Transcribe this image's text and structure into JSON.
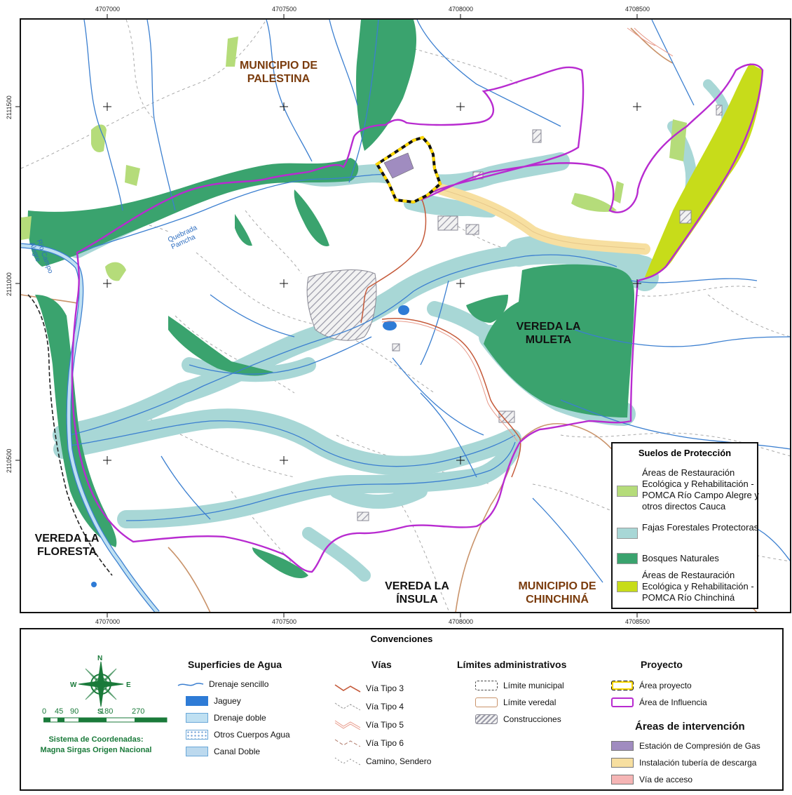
{
  "coords": {
    "top": [
      "4707000",
      "4707500",
      "4708000",
      "4708500"
    ],
    "bottom": [
      "4707000",
      "4707500",
      "4708000",
      "4708500"
    ],
    "left": [
      "2111500",
      "2111000",
      "2110500"
    ]
  },
  "labels": {
    "palestina": "MUNICIPIO DE PALESTINA",
    "la_muleta": "VEREDA LA MULETA",
    "la_floresta": "VEREDA LA FLORESTA",
    "la_insula": "VEREDA LA ÍNSULA",
    "chinchina": "MUNICIPIO DE CHINCHINÁ",
    "rio_campo_alegre": "Río Campo Alegre",
    "quebrada": "Quebrada Pamcha"
  },
  "suelos": {
    "title": "Suelos de Protección",
    "items": [
      {
        "label": "Áreas de Restauración Ecológica y Rehabilitación - POMCA Río Campo Alegre y otros directos Cauca",
        "color": "#b5dc7a"
      },
      {
        "label": "Fajas Forestales Protectoras",
        "color": "#a8d7d6"
      },
      {
        "label": "Bosques Naturales",
        "color": "#3aa36e"
      },
      {
        "label": "Áreas de Restauración Ecológica y Rehabilitación - POMCA Río Chinchiná",
        "color": "#c7dc1a"
      }
    ]
  },
  "conv": {
    "title": "Convenciones",
    "north": {
      "n": "N",
      "s": "S",
      "e": "E",
      "w": "W"
    },
    "scale": {
      "ticks": [
        "0",
        "45",
        "90",
        "180",
        "270"
      ],
      "unit": "m"
    },
    "crs": "Sistema de Coordenadas: Magna Sirgas Origen Nacional",
    "agua": {
      "title": "Superficies de Agua",
      "items": [
        "Drenaje sencillo",
        "Jaguey",
        "Drenaje doble",
        "Otros Cuerpos Agua",
        "Canal Doble"
      ]
    },
    "vias": {
      "title": "Vías",
      "items": [
        "Vía Tipo 3",
        "Vía Tipo 4",
        "Vía Tipo 5",
        "Vía Tipo 6",
        "Camino, Sendero"
      ]
    },
    "limites": {
      "title": "Límites administrativos",
      "items": [
        "Límite municipal",
        "Límite veredal",
        "Construcciones"
      ]
    },
    "proyecto": {
      "title": "Proyecto",
      "items": [
        "Área proyecto",
        "Área de Influencia"
      ]
    },
    "intervencion": {
      "title": "Áreas de intervención",
      "items": [
        {
          "label": "Estación de Compresión de Gas",
          "color": "#a08cc0"
        },
        {
          "label": "Instalación tubería de descarga",
          "color": "#f7dfa0"
        },
        {
          "label": "Vía de acceso",
          "color": "#f5b5b5"
        }
      ]
    }
  }
}
